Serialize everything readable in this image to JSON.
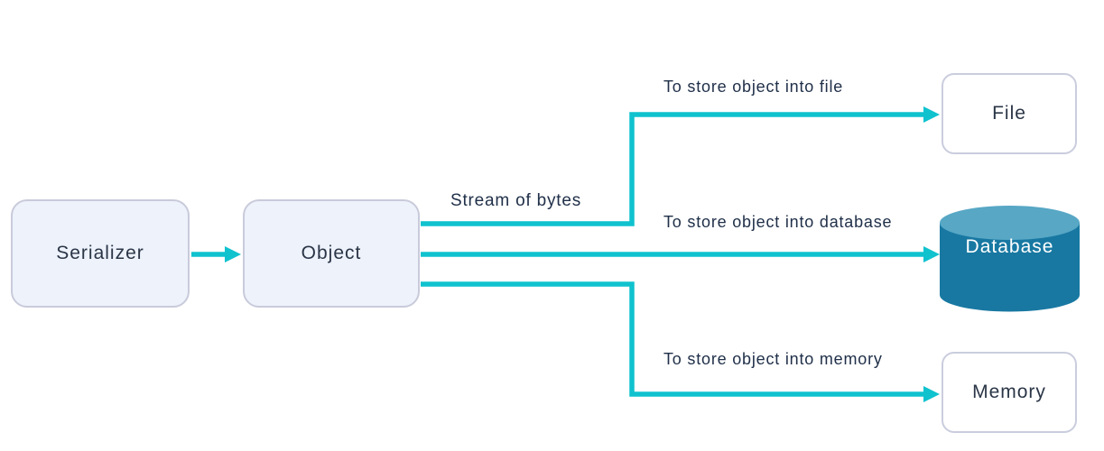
{
  "diagram": {
    "nodes": {
      "serializer": {
        "label": "Serializer"
      },
      "object": {
        "label": "Object"
      },
      "file": {
        "label": "File"
      },
      "database": {
        "label": "Database"
      },
      "memory": {
        "label": "Memory"
      }
    },
    "labels": {
      "stream": "Stream of bytes",
      "to_file": "To store object into file",
      "to_database": "To store object into database",
      "to_memory": "To store object into memory"
    },
    "edges": [
      {
        "from": "Serializer",
        "to": "Object",
        "label": ""
      },
      {
        "from": "Object",
        "to": "File",
        "label": "To store object into file"
      },
      {
        "from": "Object",
        "to": "Database",
        "label": "To store object into database"
      },
      {
        "from": "Object",
        "to": "Memory",
        "label": "To store object into memory"
      }
    ],
    "colors": {
      "connector": "#0fc2ce",
      "node_fill": "#edf2fb",
      "node_border": "#c9cbdb",
      "target_fill": "#ffffff",
      "database_body": "#1878a2",
      "database_top": "#57a7c5",
      "text": "#2a3546",
      "database_text": "#ffffff"
    }
  }
}
